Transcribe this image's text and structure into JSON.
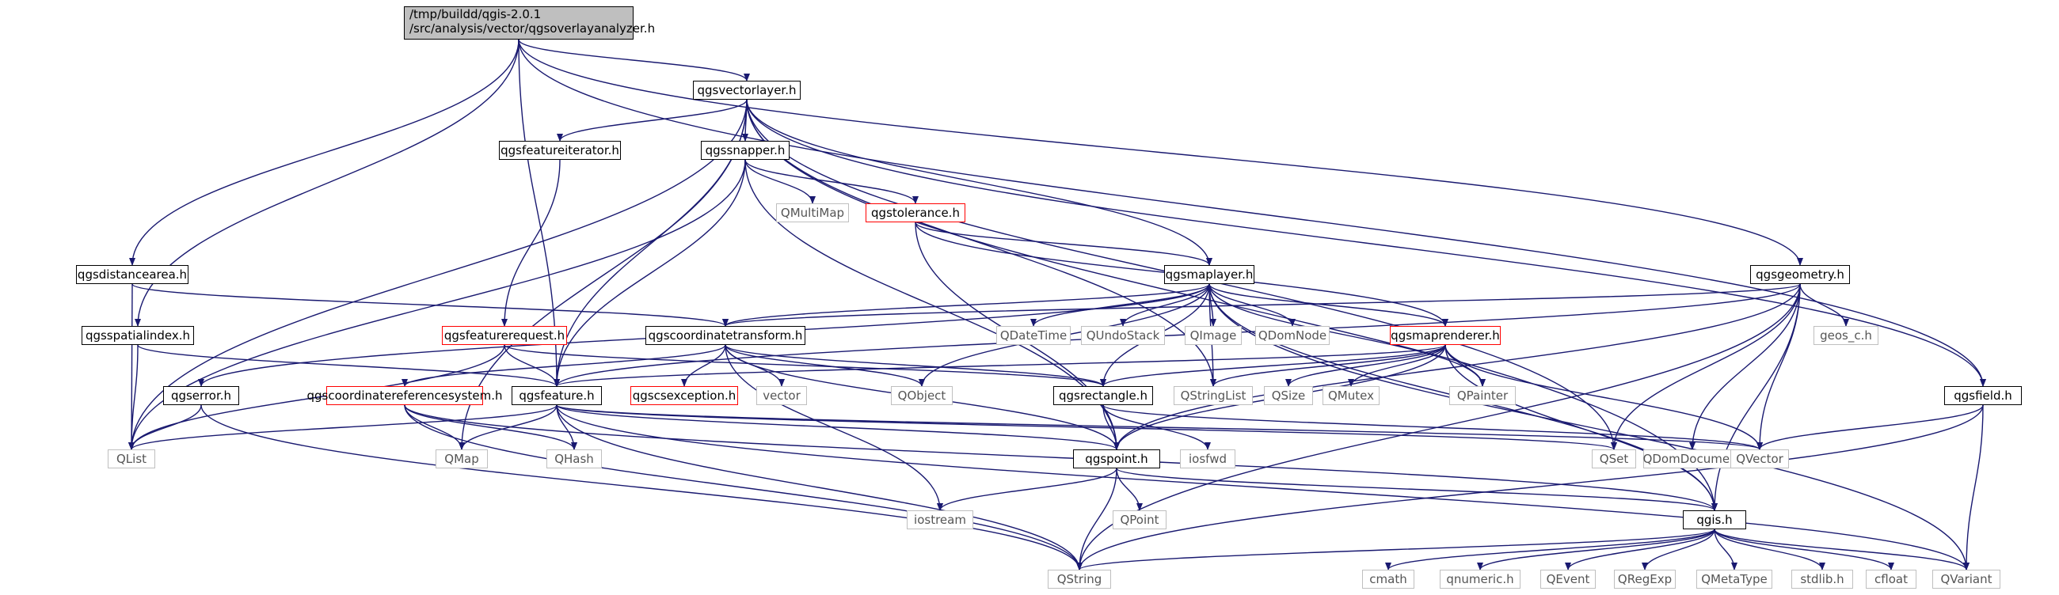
{
  "graph": {
    "root": {
      "line1": "/tmp/buildd/qgis-2.0.1",
      "line2": "/src/analysis/vector/qgsoverlayanalyzer.h"
    },
    "nodes": {
      "vectorlayer": "qgsvectorlayer.h",
      "featureiterator": "qgsfeatureiterator.h",
      "snapper": "qgssnapper.h",
      "multimap": "QMultiMap",
      "tolerance": "qgstolerance.h",
      "maplayer": "qgsmaplayer.h",
      "geometry": "qgsgeometry.h",
      "distancearea": "qgsdistancearea.h",
      "spatialindex": "qgsspatialindex.h",
      "featurerequest": "qgsfeaturerequest.h",
      "coordtransform": "qgscoordinatetransform.h",
      "datetime": "QDateTime",
      "undostack": "QUndoStack",
      "image": "QImage",
      "domnode": "QDomNode",
      "maprenderer": "qgsmaprenderer.h",
      "geosc": "geos_c.h",
      "error": "qgserror.h",
      "crs": "qgscoordinatereferencesystem.h",
      "feature": "qgsfeature.h",
      "csexception": "qgscsexception.h",
      "vector": "vector",
      "qobject": "QObject",
      "rectangle": "qgsrectangle.h",
      "stringlist": "QStringList",
      "qsize": "QSize",
      "qmutex": "QMutex",
      "qpainter": "QPainter",
      "field": "qgsfield.h",
      "qlist": "QList",
      "qmap": "QMap",
      "qhash": "QHash",
      "point": "qgspoint.h",
      "iosfwd": "iosfwd",
      "qset": "QSet",
      "domdocument": "QDomDocument",
      "qvector": "QVector",
      "iostream": "iostream",
      "qpoint": "QPoint",
      "qgis": "qgis.h",
      "qstring": "QString",
      "cmath": "cmath",
      "qnumeric": "qnumeric.h",
      "qevent": "QEvent",
      "qregexp": "QRegExp",
      "qmetatype": "QMetaType",
      "stdlib": "stdlib.h",
      "cfloat": "cfloat",
      "qvariant": "QVariant"
    },
    "colors": {
      "edge": "#191970",
      "internal_border": "#000000",
      "external_border": "#bfbfbf",
      "incomplete_border": "#ff0000",
      "root_fill": "#bfbfbf"
    }
  }
}
